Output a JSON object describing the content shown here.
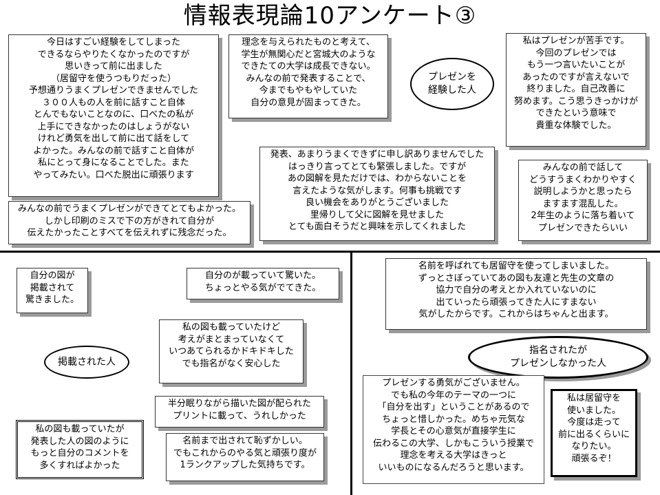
{
  "title": "情報表現論10アンケート③",
  "ellipses": {
    "presented": [
      "プレゼンを",
      "経験した人"
    ],
    "published": [
      "掲載された人"
    ],
    "nominated": [
      "指名されたが",
      "プレゼンしなかった人"
    ]
  },
  "boxes": {
    "b1": [
      "今日はすごい経験をしてしまった",
      "できるならやりたくなかったのですが",
      "思いきって前に出ました",
      "（居留守を使うつもりだった）",
      "予想通りうまくプレゼンできませんでした",
      "３００人もの人を前に話すこと自体",
      "とんでもないことなのに、口べたの私が",
      "上手にできなかったのはしょうがない",
      "けれど勇気を出して前に出て話をして",
      "よかった。みんなの前で話すこと自体が",
      "私にとって身になることでした。また",
      "やってみたい。口べた脱出に頑張ります"
    ],
    "b2": [
      "理念を与えられたものと考えて、",
      "学生が無関心だと宮城大のような",
      "できたての大学は成長できない。",
      "みんなの前で発表することで、",
      "今までもやもやしていた",
      "自分の意見が固まってきた。"
    ],
    "b3": [
      "私はプレゼンが苦手です。",
      "今回のプレゼンでは",
      "もう一つ言いたいことが",
      "あったのですが言えないで",
      "終りました。自己改善に",
      "努めます。こう思うきっかけが",
      "できたという意味で",
      "貴重な体験でした。"
    ],
    "b4": [
      "発表、あまりうまくできずに申し訳ありませんでした",
      "はっきり言ってとても緊張しました。ですが",
      "あの図解を見ただけでは、わからないことを",
      "言えたような気がします。何事も挑戦です",
      "良い機会をありがとうございました",
      "里帰りして父に図解を見せました",
      "とても面白そうだと興味を示してくれました"
    ],
    "b5": [
      "みんなの前で話して",
      "どうすうまくわかりやすく",
      "説明しようかと思ったら",
      "ますます混乱した。",
      "2年生のように落ち着いて",
      "プレゼンできたらいい"
    ],
    "b6": [
      "みんなの前でうまくプレゼンができてとてもよかった。",
      "しかし印刷のミスで下の方がきれて自分が",
      "伝えたかったことすべてを伝えれずに残念だった。"
    ],
    "b7": [
      "自分の図が",
      "掲載されて",
      "驚きました。"
    ],
    "b8": [
      "自分のが載っていて驚いた。",
      "ちょっとやる気がでてきた。"
    ],
    "b9": [
      "私の図も載っていたけど",
      "考えがまとまっていなくて",
      "いつあてられるかドキドキした",
      "でも指名がなく安心した"
    ],
    "b10": [
      "半分眠りながら描いた図が配られた",
      "プリントに載って、うれしかった"
    ],
    "b11": [
      "私の図も載っていたが",
      "発表した人の図のように",
      "もっと自分のコメントを",
      "多くすればよかった"
    ],
    "b12": [
      "名前まで出されて恥ずかしい。",
      "でもこれからのやる気と頑張り度が",
      "1ランクアップした気持ちです。"
    ],
    "b13": [
      "名前を呼ばれても居留守を使ってしまいました。",
      "ずっとさぼっていてあの図も友達と先生の文章の",
      "協力で自分の考えとか入れていないのに",
      "出ていったら頑張ってきた人にすまない",
      "気がしたからです。これからはちゃんと出ます。"
    ],
    "b14": [
      "プレゼンする勇気がございません。",
      "でも私の今年のテーマの一つに",
      "「自分を出す」ということがあるので",
      "ちょっと惜しかった。めちゃ元気な",
      "学長とその心意気が直接学生に",
      "伝わるこの大学、しかもこういう授業で",
      "理念を考える大学はきっと",
      "いいものになるんだろうと思います。"
    ],
    "b15": [
      "私は居留守を",
      "使いました。",
      "今度は走って",
      "前に出るくらいに",
      "なりたい。",
      "頑張るぞ！"
    ]
  }
}
